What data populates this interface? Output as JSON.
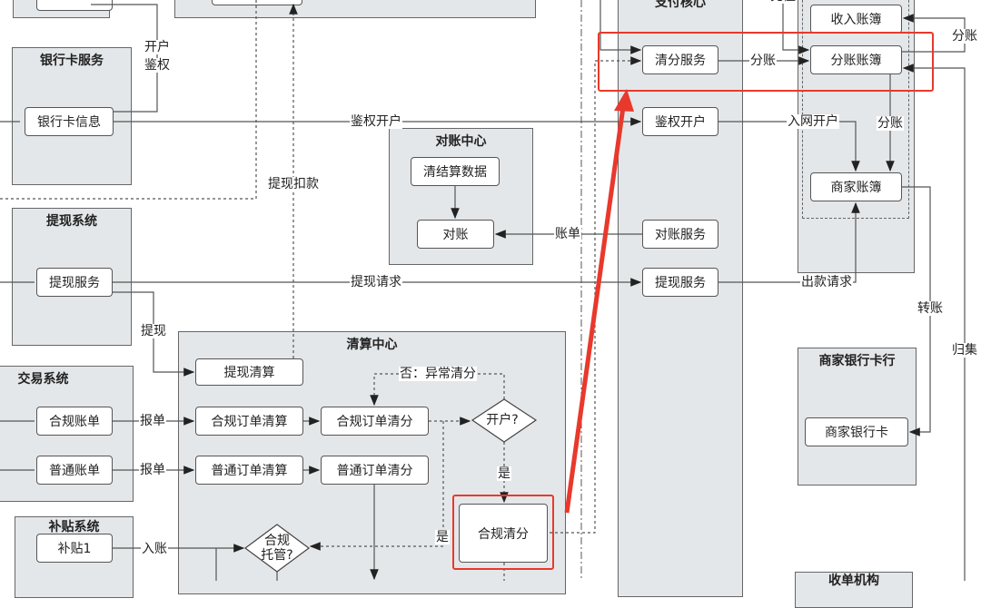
{
  "groups": {
    "bank": "银行卡服务",
    "recon": "对账中心",
    "withdraw": "提现系统",
    "trade": "交易系统",
    "clearing": "清算中心",
    "subsidy": "补贴系统",
    "merchant_bank": "商家银行卡行",
    "acquirer": "收单机构",
    "pay_core": "支付核心"
  },
  "nodes": {
    "bank_info": "银行卡信息",
    "settle_data": "清结算数据",
    "reconcile": "对账",
    "withdraw_service": "提现服务",
    "withdraw_clear": "提现清算",
    "compliant_bill": "合规账单",
    "normal_bill": "普通账单",
    "compliant_order_settle": "合规订单清算",
    "compliant_order_split": "合规订单清分",
    "normal_order_settle": "普通订单清算",
    "normal_order_split": "普通订单清分",
    "compliant_split": "合规清分",
    "subsidy1": "补贴1",
    "split_service": "清分服务",
    "auth_open": "鉴权开户",
    "recon_service": "对账服务",
    "withdraw_service2": "提现服务",
    "income_ledger": "收入账簿",
    "split_ledger": "分账账簿",
    "merchant_ledger": "商家账簿",
    "merchant_card": "商家银行卡"
  },
  "decisions": {
    "open_account": "开户?",
    "custody": "合规托管?"
  },
  "edges": {
    "open_auth1": "开户",
    "open_auth2": "鉴权",
    "auth_open": "鉴权开户",
    "withdraw_deduct": "提现扣款",
    "bill": "账单",
    "withdraw_request": "提现请求",
    "withdraw": "提现",
    "report1": "报单",
    "report2": "报单",
    "no_abnormal": "否：异常清分",
    "yes1": "是",
    "yes2": "是",
    "credit": "入账",
    "split1": "分账",
    "network_open": "入网开户",
    "split2": "分账",
    "payout_request": "出款请求",
    "split3": "分账",
    "transfer": "转账",
    "collect": "归集",
    "recharge": "充值"
  },
  "colors": {
    "highlight": "#e8392c",
    "group_fill": "#e4e7e9"
  }
}
